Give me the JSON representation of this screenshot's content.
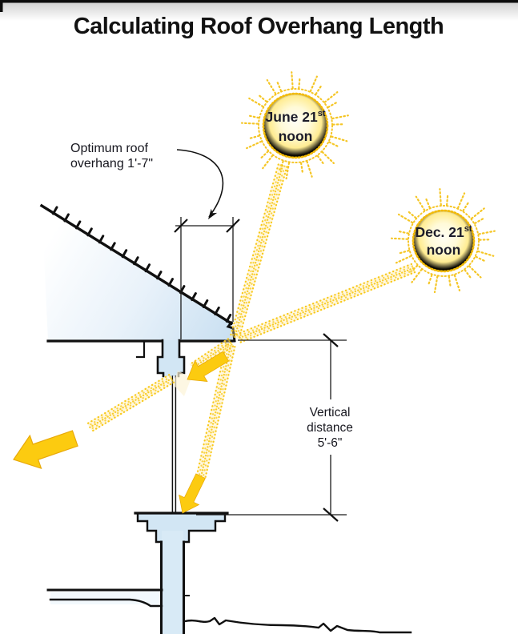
{
  "title": "Calculating Roof Overhang Length",
  "annotations": {
    "overhang_label_line1": "Optimum roof",
    "overhang_label_line2": "overhang 1'-7\"",
    "vertical_label_line1": "Vertical",
    "vertical_label_line2": "distance",
    "vertical_label_line3": "5'-6\""
  },
  "suns": {
    "june": {
      "date": "June 21",
      "ordinal": "st",
      "time": "noon"
    },
    "december": {
      "date": "Dec. 21",
      "ordinal": "st",
      "time": "noon"
    }
  },
  "colors": {
    "sun_yellow": "#f5c31b",
    "ray_yellow": "#f8c91a",
    "beam_glow": "#ffe9a6",
    "arrow_yellow": "#fccb10",
    "arrow_edge": "#e8a90a",
    "section_blue": "#d8eaf6",
    "line_black": "#111111",
    "label_ink": "#17171f"
  }
}
